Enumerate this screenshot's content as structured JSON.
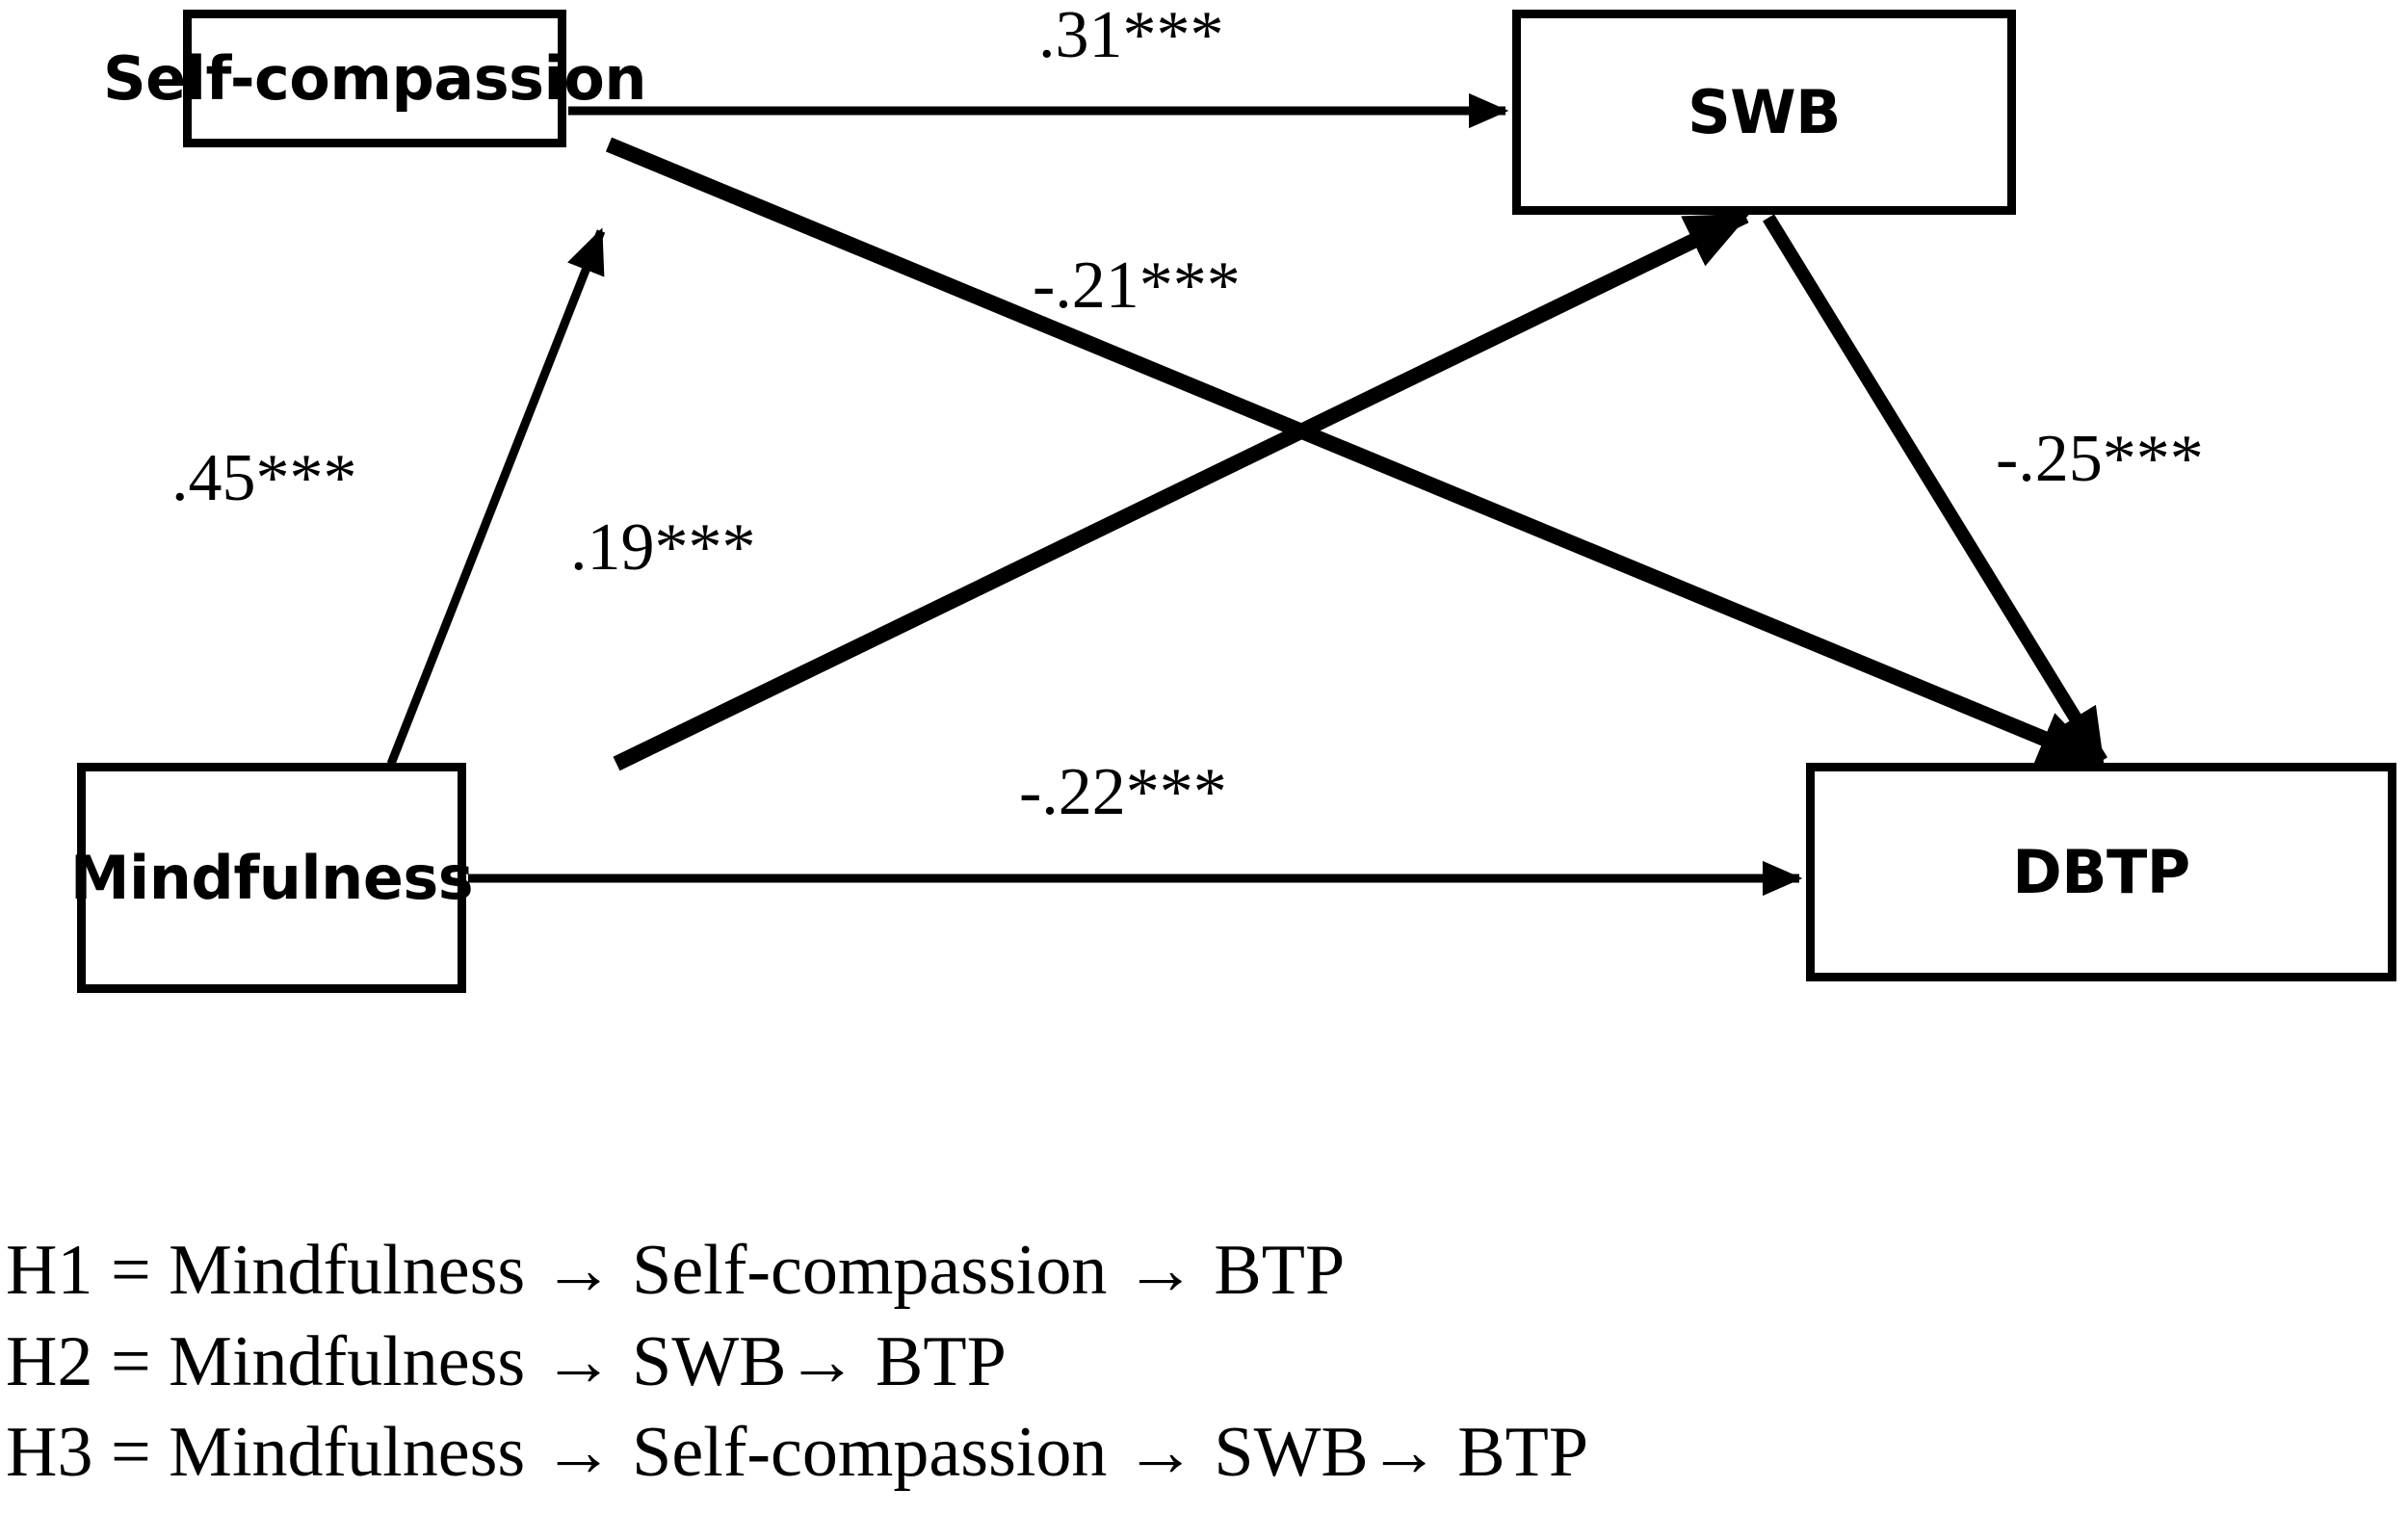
{
  "diagram": {
    "type": "path-model",
    "nodes": [
      {
        "id": "self_compassion",
        "label": "Self-compassion"
      },
      {
        "id": "swb",
        "label": "SWB"
      },
      {
        "id": "mindfulness",
        "label": "Mindfulness"
      },
      {
        "id": "dbtp",
        "label": "DBTP"
      }
    ],
    "paths": [
      {
        "from": "self_compassion",
        "to": "swb",
        "label": ".31***",
        "coefficient": 0.31,
        "significance": "***"
      },
      {
        "from": "self_compassion",
        "to": "dbtp",
        "label": "-.21***",
        "coefficient": -0.21,
        "significance": "***"
      },
      {
        "from": "mindfulness",
        "to": "self_compassion",
        "label": ".45***",
        "coefficient": 0.45,
        "significance": "***"
      },
      {
        "from": "mindfulness",
        "to": "swb",
        "label": ".19***",
        "coefficient": 0.19,
        "significance": "***"
      },
      {
        "from": "swb",
        "to": "dbtp",
        "label": "-.25***",
        "coefficient": -0.25,
        "significance": "***"
      },
      {
        "from": "mindfulness",
        "to": "dbtp",
        "label": "-.22***",
        "coefficient": -0.22,
        "significance": "***"
      }
    ]
  },
  "hypotheses": [
    "H1 = Mindfulness → Self-compassion → BTP",
    "H2 = Mindfulness → SWB→ BTP",
    "H3 = Mindfulness → Self-compassion → SWB→ BTP"
  ],
  "colors": {
    "stroke": "#000000",
    "background": "#ffffff"
  }
}
